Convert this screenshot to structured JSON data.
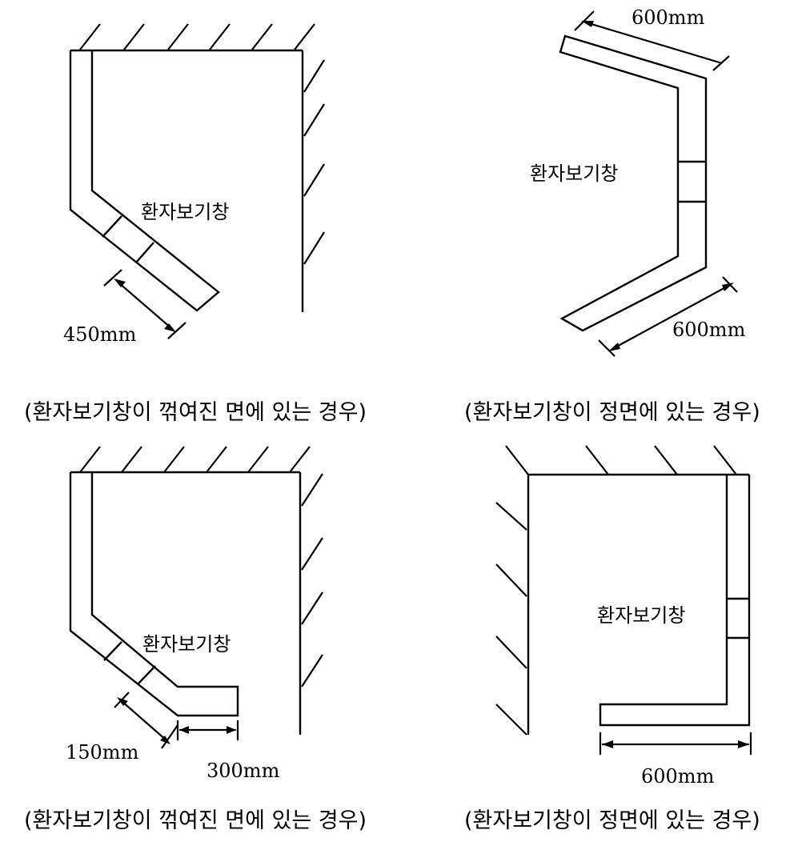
{
  "panels": [
    {
      "window_label": "환자보기창",
      "dimension": "450mm",
      "caption": "(환자보기창이 꺾여진 면에 있는 경우)"
    },
    {
      "window_label": "환자보기창",
      "dimension_top": "600mm",
      "dimension_bottom": "600mm",
      "caption": "(환자보기창이 정면에 있는 경우)"
    },
    {
      "window_label": "환자보기창",
      "dimension_diagonal": "150mm",
      "dimension_horizontal": "300mm",
      "caption": "(환자보기창이 꺾여진 면에 있는 경우)"
    },
    {
      "window_label": "환자보기창",
      "dimension": "600mm",
      "caption": "(환자보기창이 정면에 있는 경우)"
    }
  ]
}
